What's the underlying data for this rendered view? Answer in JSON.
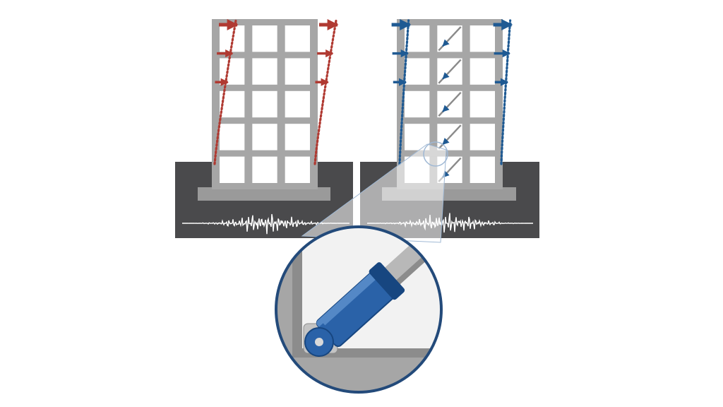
{
  "diagram": {
    "colors": {
      "background": "#ffffff",
      "ground": "#4a4a4c",
      "ground_seam": "#ffffff",
      "frame": "#a6a6a6",
      "frame_edge": "#8c8c8c",
      "window": "#ffffff",
      "slab": "#9a9a9a",
      "seismic_wave": "#ffffff",
      "red_force": "#b03a32",
      "blue_force": "#1f5a93",
      "brace": "#8a8a8a",
      "damper_blue": "#2a62a8",
      "damper_blue_dark": "#174680",
      "damper_blue_light": "#5488c6",
      "zoom_ring": "#234a7a",
      "zoom_fill": "#f2f2f2",
      "callout_outline": "#9fb8d4",
      "callout_fill": "#ffffff"
    },
    "icons": {
      "left_building": "moment-frame-building-icon",
      "right_building": "braced-frame-building-icon",
      "left_ground": "seismic-ground-icon",
      "right_ground": "seismic-ground-icon",
      "zoom": "damper-detail-magnifier-icon"
    },
    "left_frame": {
      "columns": 3,
      "stories": 5,
      "drift_relative": 1.0,
      "force_arrow_levels": [
        0,
        1,
        2
      ]
    },
    "right_frame": {
      "columns": 3,
      "stories": 5,
      "drift_relative": 0.42,
      "braced_bay": 1,
      "force_arrow_levels": [
        0,
        1,
        2
      ]
    }
  }
}
